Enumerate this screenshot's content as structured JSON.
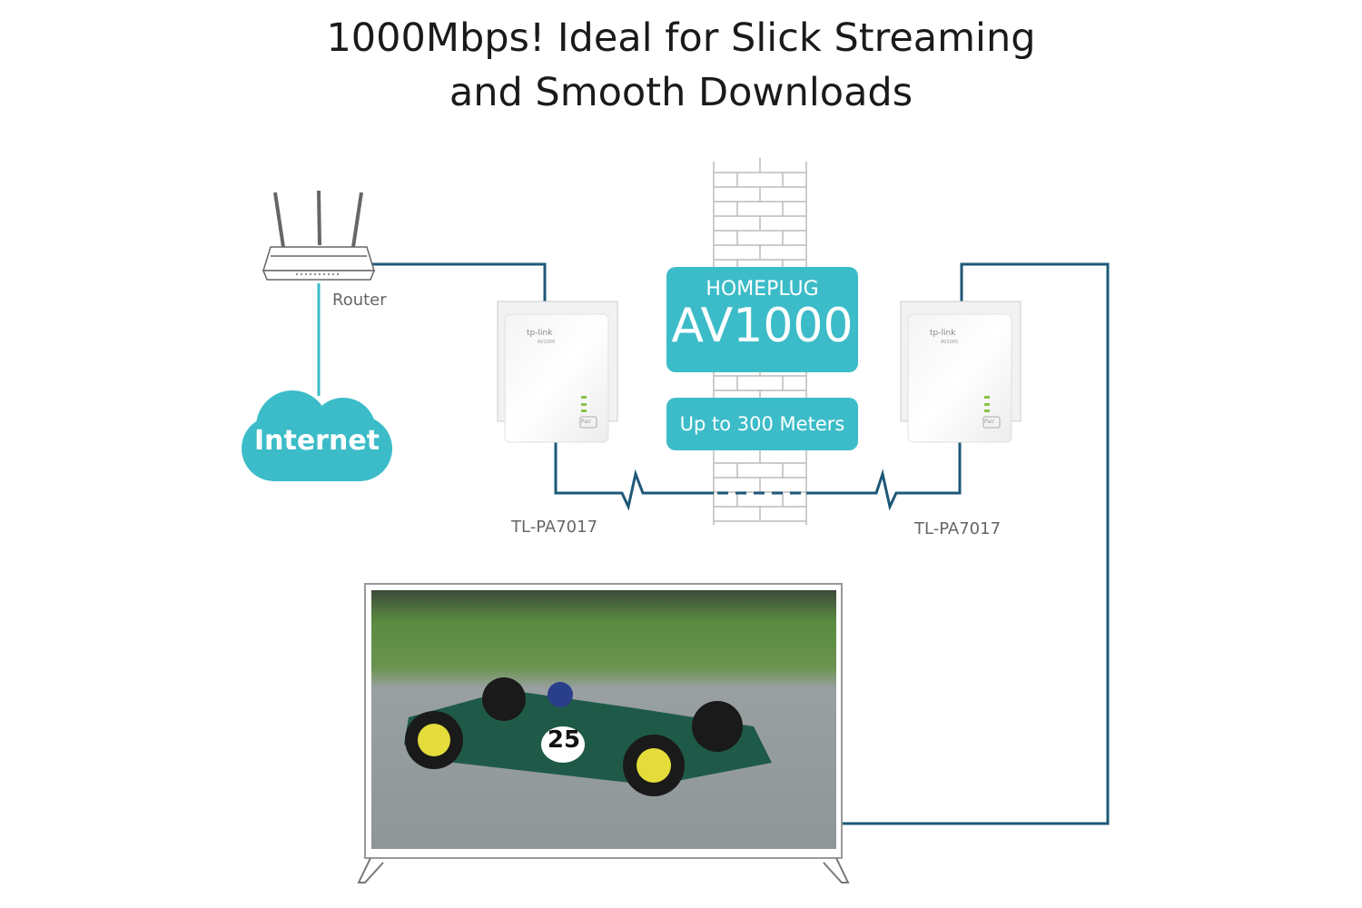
{
  "title": {
    "line1": "1000Mbps! Ideal for Slick Streaming",
    "line2": "and Smooth Downloads"
  },
  "router": {
    "label": "Router"
  },
  "internet": {
    "label": "Internet"
  },
  "badge": {
    "top": "HOMEPLUG",
    "big": "AV1000"
  },
  "range": {
    "label": "Up to 300 Meters"
  },
  "adapters": [
    {
      "model": "TL-PA7017",
      "brand": "tp-link",
      "sub": "AV1000",
      "button": "Pair"
    },
    {
      "model": "TL-PA7017",
      "brand": "tp-link",
      "sub": "AV1000",
      "button": "Pair"
    }
  ],
  "tv": {
    "screen_number": "25"
  },
  "colors": {
    "teal": "#3cbcc8",
    "line": "#1d5878"
  }
}
